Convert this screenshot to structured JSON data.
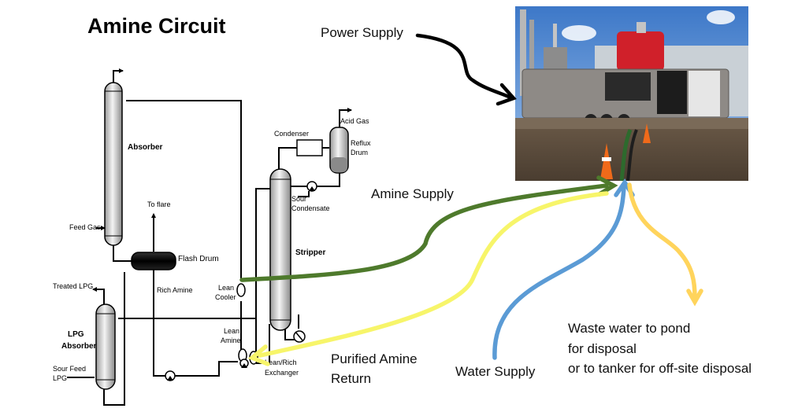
{
  "title": "Amine Circuit",
  "vessels": {
    "absorber": "Absorber",
    "stripper": "Stripper",
    "lpg_absorber_line1": "LPG",
    "lpg_absorber_line2": "Absorber",
    "flash_drum": "Flash Drum",
    "reflux_drum_line1": "Reflux",
    "reflux_drum_line2": "Drum",
    "condenser": "Condenser"
  },
  "streams": {
    "feed_gas": "Feed Gas",
    "to_flare": "To flare",
    "rich_amine": "Rich Amine",
    "acid_gas": "Acid Gas",
    "sour_condensate_line1": "Sour",
    "sour_condensate_line2": "Condensate",
    "treated_lpg": "Treated LPG",
    "sour_feed_lpg_line1": "Sour Feed",
    "sour_feed_lpg_line2": "LPG",
    "lean_cooler_line1": "Lean",
    "lean_cooler_line2": "Cooler",
    "lean_amine_line1": "Lean",
    "lean_amine_line2": "Amine",
    "exchanger_line1": "Lean/Rich",
    "exchanger_line2": "Exchanger"
  },
  "callouts": {
    "power_supply": "Power Supply",
    "amine_supply": "Amine Supply",
    "purified_amine_line1": "Purified Amine",
    "purified_amine_line2": "Return",
    "water_supply": "Water Supply",
    "waste_water_line1": "Waste water to pond",
    "waste_water_line2": "for disposal",
    "waste_water_line3": "or to tanker for off-site disposal"
  },
  "colors": {
    "amine_supply": "#4e7a2c",
    "purified_amine": "#f7f56a",
    "water_supply": "#5b9bd5",
    "waste_water": "#ffd45c",
    "power_supply": "#000000"
  }
}
